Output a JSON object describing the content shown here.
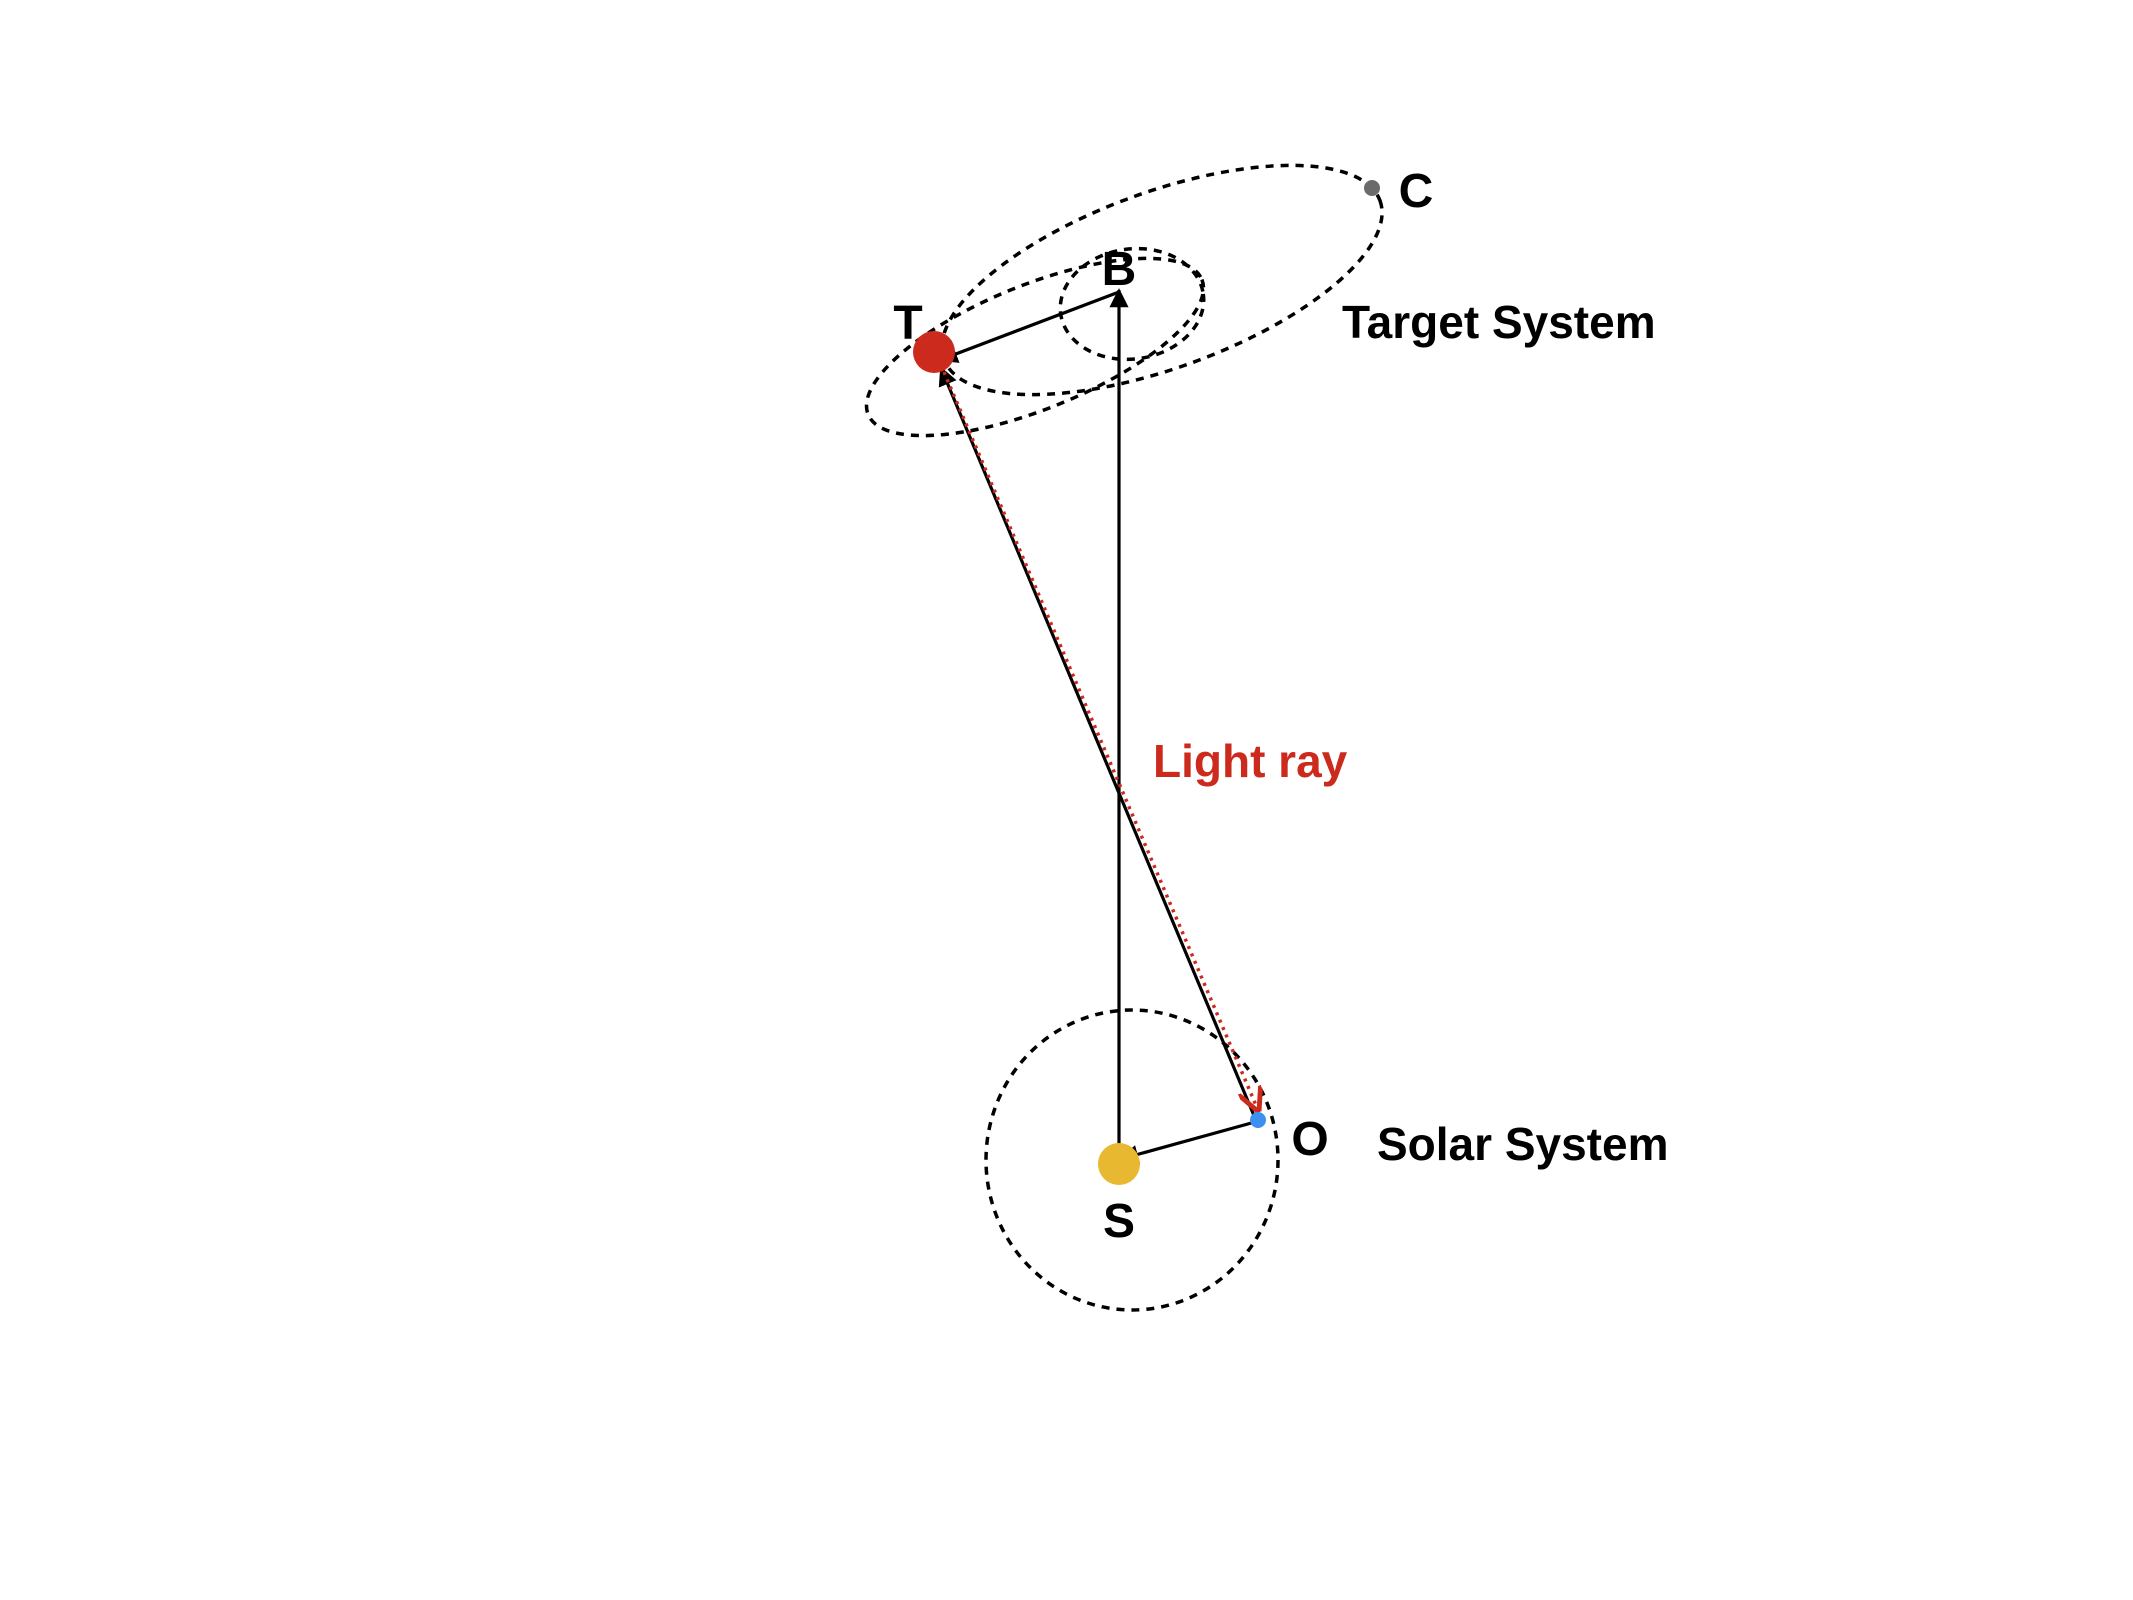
{
  "labels": {
    "target_planet": "T",
    "barycenter": "B",
    "companion": "C",
    "observer": "O",
    "sun": "S",
    "target_system": "Target System",
    "solar_system": "Solar System",
    "light_ray": "Light ray"
  },
  "colors": {
    "target_planet": "#cc2a1c",
    "sun": "#e8b830",
    "observer": "#3d8ff0",
    "companion": "#6b6b6b",
    "light_ray": "#cc2a1c",
    "lines": "#000000"
  }
}
